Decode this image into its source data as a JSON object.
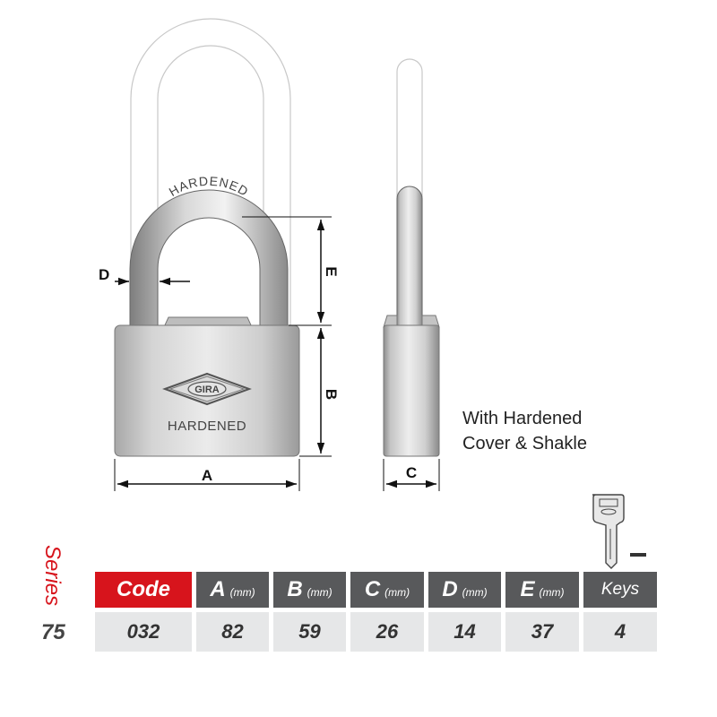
{
  "diagram": {
    "shackle_text": "HARDENED",
    "brand_text": "GIRA",
    "body_text": "HARDENED",
    "dim_labels": {
      "A": "A",
      "B": "B",
      "C": "C",
      "D": "D",
      "E": "E"
    },
    "caption_line1": "With Hardened",
    "caption_line2": "Cover & Shakle"
  },
  "series": {
    "label": "Series",
    "number": "75"
  },
  "table": {
    "headers": {
      "code": "Code",
      "a": "A",
      "b": "B",
      "c": "C",
      "d": "D",
      "e": "E",
      "unit": "(mm)",
      "keys": "Keys"
    },
    "row": {
      "code": "032",
      "a": "82",
      "b": "59",
      "c": "26",
      "d": "14",
      "e": "37",
      "keys": "4"
    }
  },
  "colors": {
    "accent_red": "#d7141c",
    "header_gray": "#58595b",
    "value_bg": "#e6e7e8"
  }
}
